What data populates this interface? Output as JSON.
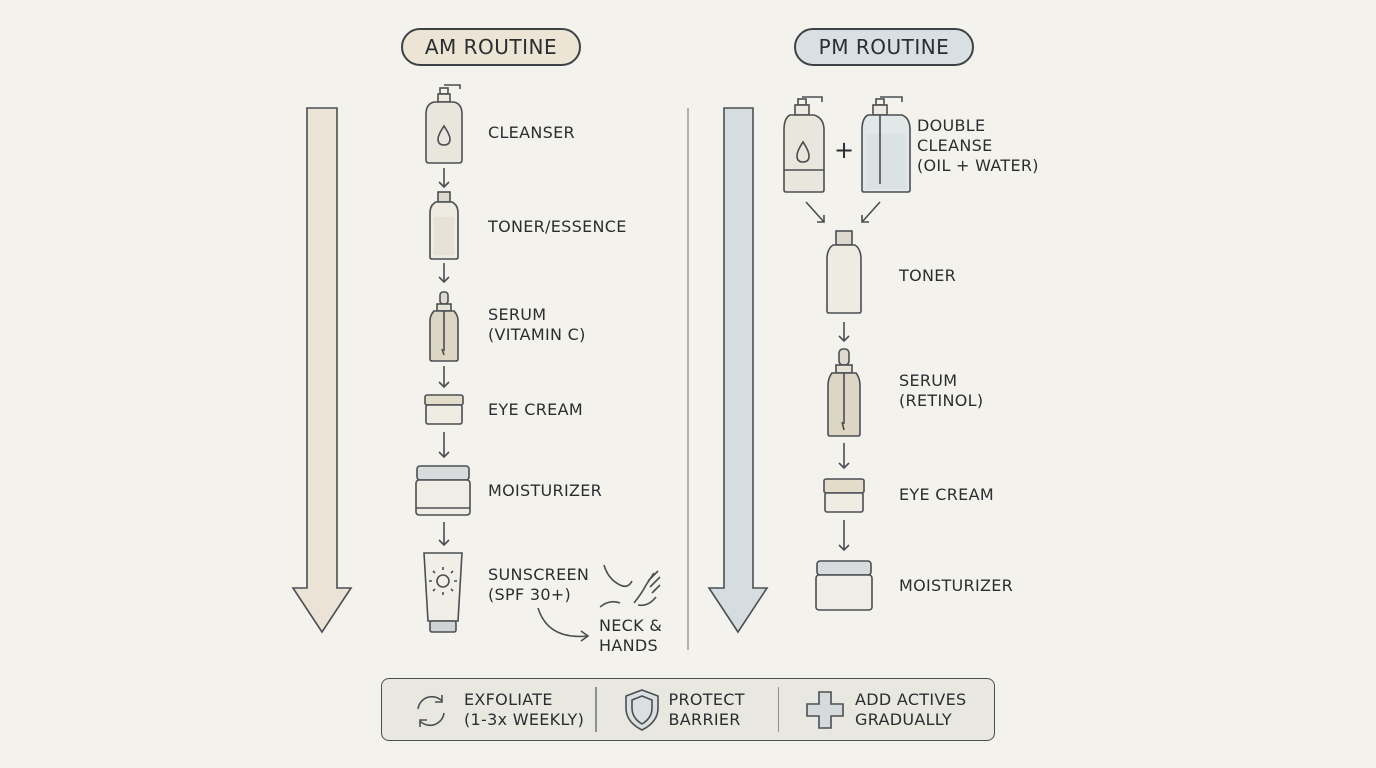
{
  "am": {
    "title": "AM ROUTINE",
    "steps": [
      "CLEANSER",
      "TONER/ESSENCE",
      "SERUM\n(VITAMIN C)",
      "EYE CREAM",
      "MOISTURIZER",
      "SUNSCREEN\n(SPF 30+)"
    ],
    "note": "NECK &\nHANDS"
  },
  "pm": {
    "title": "PM ROUTINE",
    "steps": [
      "DOUBLE\nCLEANSE\n(OIL + WATER)",
      "TONER",
      "SERUM\n(RETINOL)",
      "EYE CREAM",
      "MOISTURIZER"
    ],
    "plus": "+"
  },
  "tips": [
    {
      "icon": "refresh-arrows-icon",
      "text": "EXFOLIATE\n(1-3x WEEKLY)"
    },
    {
      "icon": "shield-icon",
      "text": "PROTECT\nBARRIER"
    },
    {
      "icon": "plus-cross-icon",
      "text": "ADD ACTIVES\nGRADUALLY"
    }
  ],
  "colors": {
    "background": "#f4f2ec",
    "am_accent": "#ebe4d6",
    "pm_accent": "#d9dfe2",
    "line": "#4a4f53"
  }
}
